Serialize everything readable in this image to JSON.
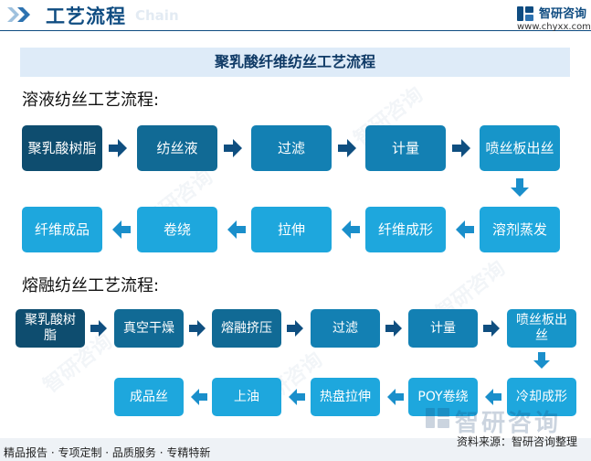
{
  "header": {
    "title": "工艺流程",
    "subtitle": "Chain",
    "brand_name": "智研咨询",
    "brand_url": "www.chyxx.com"
  },
  "banner": {
    "title": "聚乳酸纤维纺丝工艺流程"
  },
  "solution": {
    "heading": "溶液纺丝工艺流程:",
    "row1": [
      "聚乳酸树脂",
      "纺丝液",
      "过滤",
      "计量",
      "喷丝板出丝"
    ],
    "row2": [
      "纤维成品",
      "卷绕",
      "拉伸",
      "纤维成形",
      "溶剂蒸发"
    ]
  },
  "melt": {
    "heading": "熔融纺丝工艺流程:",
    "row1": [
      "聚乳酸树脂",
      "真空干燥",
      "熔融挤压",
      "过滤",
      "计量",
      "喷丝板出丝"
    ],
    "row2": [
      "成品丝",
      "上油",
      "热盘拉伸",
      "POY卷绕",
      "冷却成形"
    ]
  },
  "watermark": {
    "text": "智研咨询"
  },
  "footer": {
    "left": "精品报告 · 专项定制 · 品质服务 · 专精特新",
    "right": "资料来源：智研咨询整理"
  }
}
